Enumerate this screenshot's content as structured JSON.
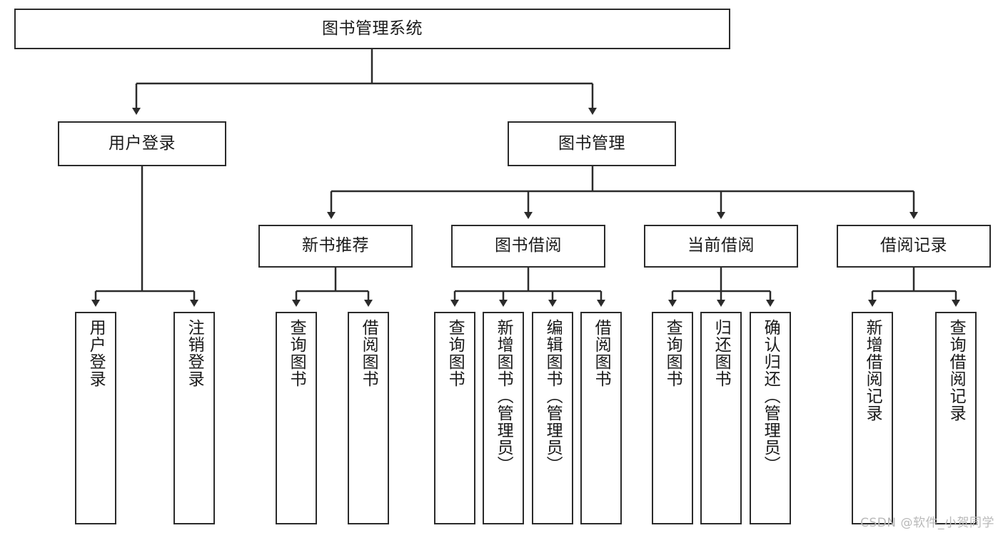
{
  "diagram": {
    "title": "图书管理系统",
    "type": "tree-hierarchy",
    "watermark": "CSDN @软件_小贺同学",
    "colors": {
      "box_border": "#2b2b2b",
      "box_fill": "#ffffff",
      "edge": "#2b2b2b",
      "text": "#1a1a1a",
      "watermark": "#b9b9b9"
    },
    "nodes": {
      "root": {
        "label": "图书管理系统"
      },
      "level2": [
        {
          "id": "user-login",
          "label": "用户登录"
        },
        {
          "id": "book-manage",
          "label": "图书管理"
        }
      ],
      "level3": [
        {
          "id": "new-book-rec",
          "label": "新书推荐"
        },
        {
          "id": "book-borrow",
          "label": "图书借阅"
        },
        {
          "id": "current-borrow",
          "label": "当前借阅"
        },
        {
          "id": "borrow-record",
          "label": "借阅记录"
        }
      ],
      "leaves": {
        "user-login": [
          {
            "id": "leaf-user-login",
            "label": "用户登录"
          },
          {
            "id": "leaf-logout",
            "label": "注销登录"
          }
        ],
        "new-book-rec": [
          {
            "id": "leaf-query-book-1",
            "label": "查询图书"
          },
          {
            "id": "leaf-borrow-book-1",
            "label": "借阅图书"
          }
        ],
        "book-borrow": [
          {
            "id": "leaf-query-book-2",
            "label": "查询图书"
          },
          {
            "id": "leaf-add-book",
            "label": "新增图书（管理员）"
          },
          {
            "id": "leaf-edit-book",
            "label": "编辑图书（管理员）"
          },
          {
            "id": "leaf-borrow-book-2",
            "label": "借阅图书"
          }
        ],
        "current-borrow": [
          {
            "id": "leaf-query-book-3",
            "label": "查询图书"
          },
          {
            "id": "leaf-return-book",
            "label": "归还图书"
          },
          {
            "id": "leaf-confirm-return",
            "label": "确认归还（管理员）"
          }
        ],
        "borrow-record": [
          {
            "id": "leaf-add-record",
            "label": "新增借阅记录"
          },
          {
            "id": "leaf-query-record",
            "label": "查询借阅记录"
          }
        ]
      }
    }
  }
}
